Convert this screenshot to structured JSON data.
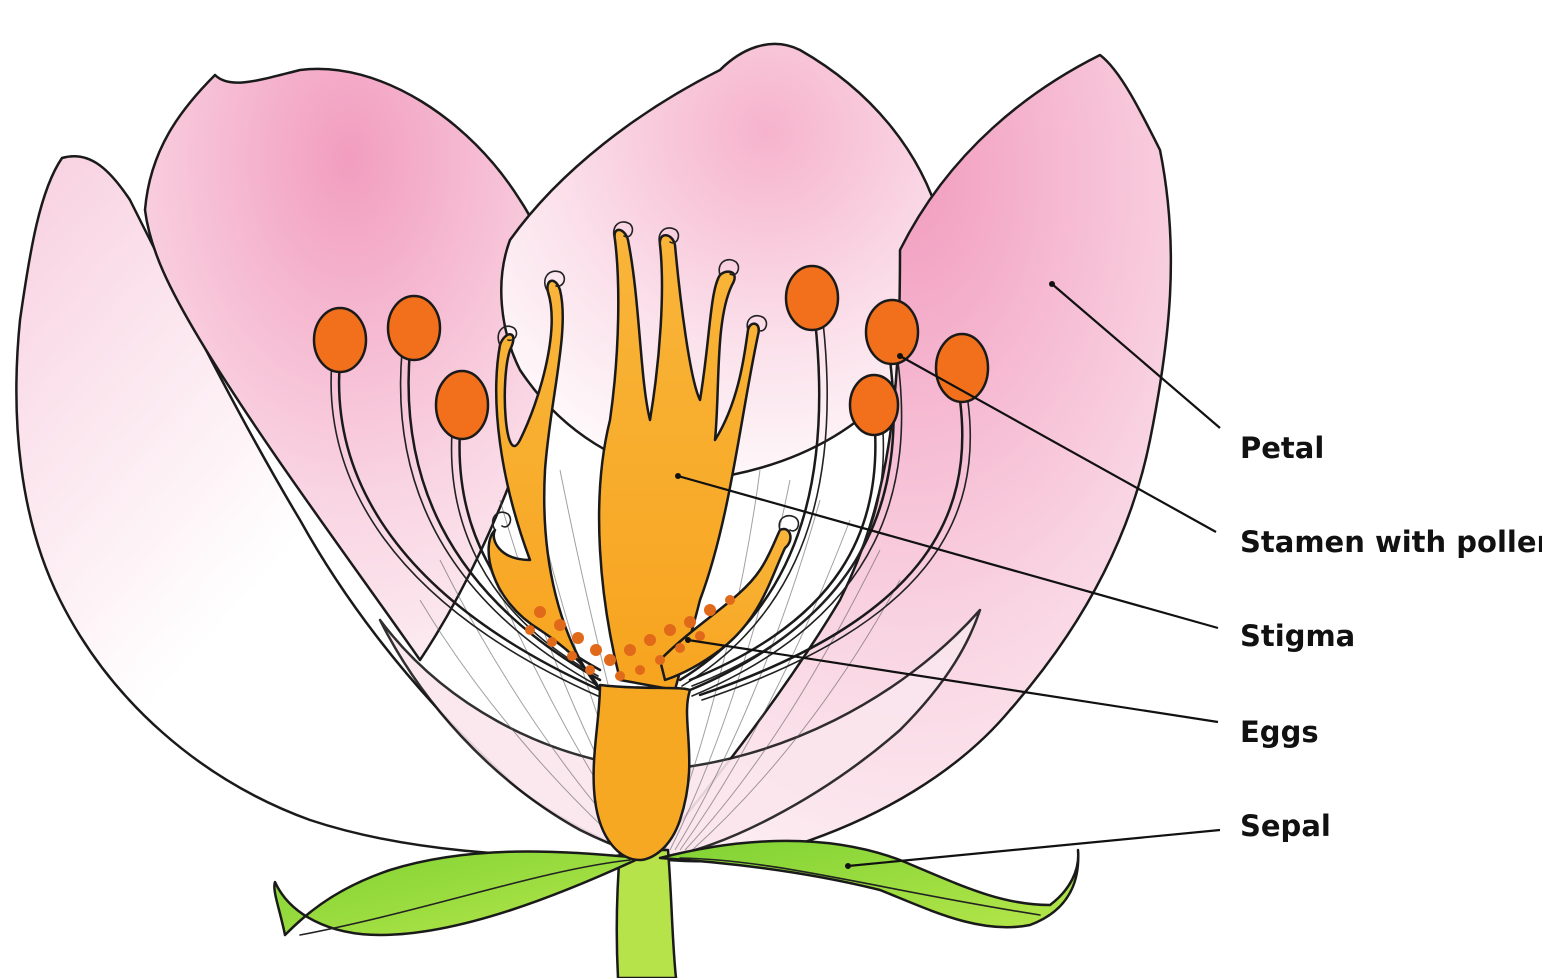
{
  "title": "",
  "labels": {
    "petal": "Petal",
    "stamen": "Stamen with pollen",
    "stigma": "Stigma",
    "eggs": "Eggs",
    "sepal": "Sepal"
  },
  "colors": {
    "petal_pink": "#f4a9c6",
    "petal_light": "#fbe3ec",
    "pistil_orange": "#f7a823",
    "anther_orange": "#f2701c",
    "sepal_green": "#9bdc3a",
    "stem_green": "#b6e34a",
    "egg_dots": "#e06a1a"
  },
  "icons": {
    "flower": "flower-illustration"
  }
}
